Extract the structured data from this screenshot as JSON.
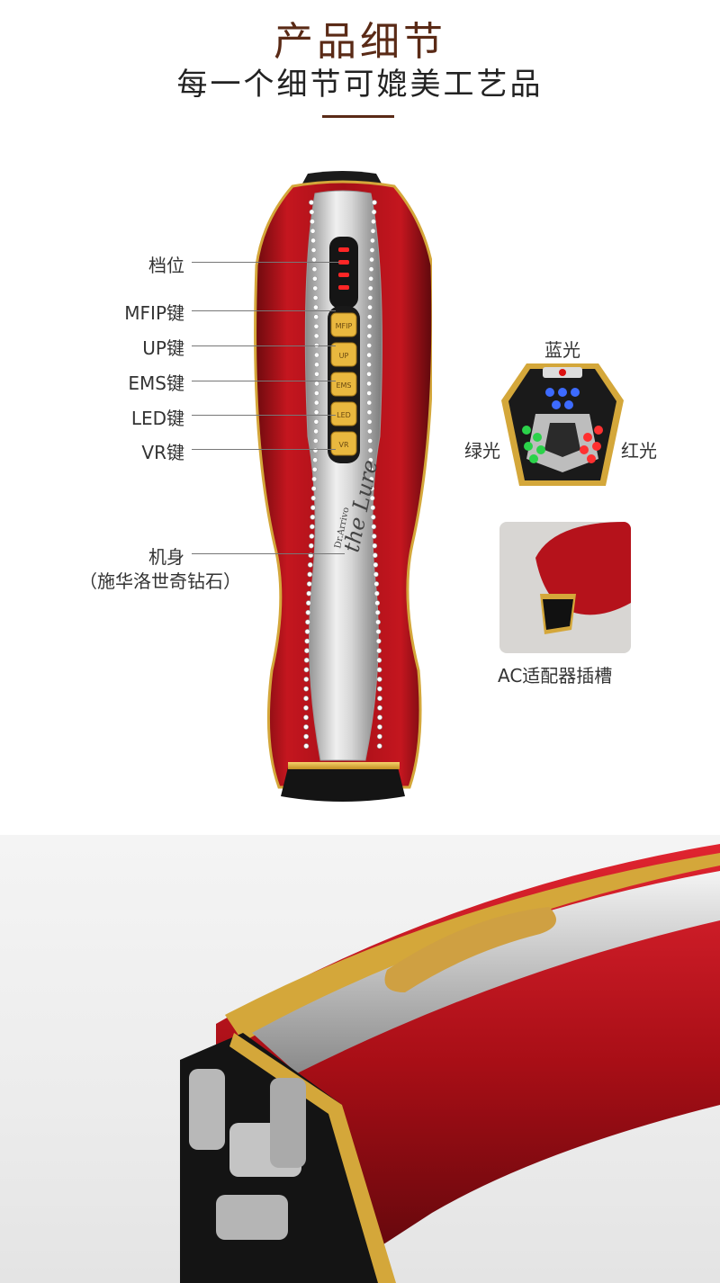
{
  "header": {
    "title": "产品细节",
    "subtitle": "每一个细节可媲美工艺品"
  },
  "device": {
    "brand_script": "the Lure",
    "brand_small": "Dr.Arrivo",
    "buttons": [
      "MFIP",
      "UP",
      "EMS",
      "LED",
      "VR"
    ]
  },
  "callouts": {
    "level": "档位",
    "mfip": "MFIP键",
    "up": "UP键",
    "ems": "EMS键",
    "led": "LED键",
    "vr": "VR键",
    "body": "机身",
    "body_sub": "（施华洛世奇钻石）"
  },
  "lights": {
    "blue": "蓝光",
    "green": "绿光",
    "red": "红光"
  },
  "ac_slot": {
    "label": "AC适配器插槽"
  },
  "colors": {
    "title": "#5a2a16",
    "device_red": "#b5121b",
    "gold": "#d4a73a",
    "silver": "#c8c8c8"
  }
}
